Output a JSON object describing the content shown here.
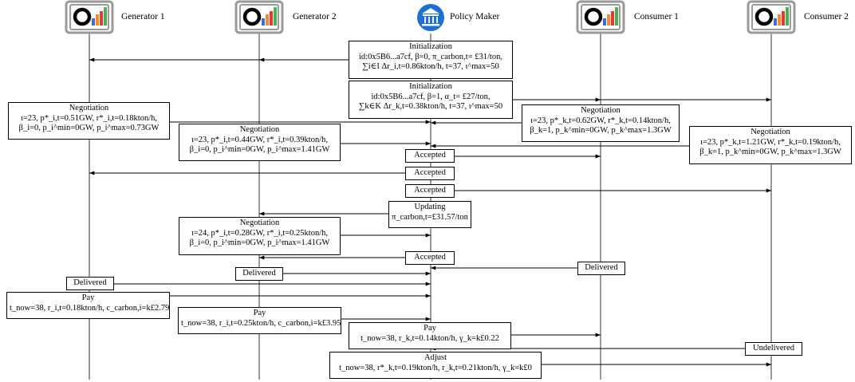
{
  "actors": [
    {
      "name": "Generator 1",
      "icon": "dashboard-icon"
    },
    {
      "name": "Generator 2",
      "icon": "dashboard-icon"
    },
    {
      "name": "Policy Maker",
      "icon": "bank-icon"
    },
    {
      "name": "Consumer 1",
      "icon": "dashboard-icon"
    },
    {
      "name": "Consumer 2",
      "icon": "dashboard-icon"
    }
  ],
  "colors": {
    "icon_border": "#9a9a9a",
    "bar_orange": "#f28c28",
    "bar_green": "#4caf50",
    "bar_blue": "#3b6fd4",
    "bar_red": "#e53935",
    "bank_blue": "#1f6fd1"
  },
  "messages": [
    {
      "title": "Initialization",
      "lines": [
        "id:0x5B6...a7cf, β=0, π_carbon,t= £31/ton,",
        "∑i∈I Δr_i,t=0.86kton/h, t=37, ι^max=50"
      ]
    },
    {
      "title": "Initialization",
      "lines": [
        "id:0x5B6...a7cf, β=1, α_t= £27/ton,",
        "∑k∈K Δr_k,t=0.38kton/h, t=37, ι^max=50"
      ]
    },
    {
      "title": "Negotiation",
      "lines": [
        "ι=23, p*_i,t=0.51GW, r*_i,t=0.18kton/h,",
        "β_i=0, p_i^min=0GW, p_i^max=0.73GW"
      ]
    },
    {
      "title": "Negotiation",
      "lines": [
        "ι=23, p*_k,t=0.62GW, r*_k,t=0.14kton/h,",
        "β_k=1, p_k^min=0GW, p_k^max=1.3GW"
      ]
    },
    {
      "title": "Negotiation",
      "lines": [
        "ι=23, p*_i,t=0.44GW, r*_i,t=0.39kton/h,",
        "β_i=0, p_i^min=0GW, p_i^max=1.41GW"
      ]
    },
    {
      "title": "Negotiation",
      "lines": [
        "ι=23, p*_k,t=1.21GW, r*_k,t=0.19kton/h,",
        "β_k=1, p_k^min=0GW, p_k^max=1.3GW"
      ]
    },
    {
      "title": "Accepted",
      "lines": []
    },
    {
      "title": "Accepted",
      "lines": []
    },
    {
      "title": "Accepted",
      "lines": []
    },
    {
      "title": "Updating",
      "lines": [
        "π_carbon,t=£31.57/ton"
      ]
    },
    {
      "title": "Negotiation",
      "lines": [
        "ι=24, p*_i,t=0.28GW, r*_i,t=0.25kton/h,",
        "β_i=0, p_i^min=0GW, p_i^max=1.41GW"
      ]
    },
    {
      "title": "Accepted",
      "lines": []
    },
    {
      "title": "Delivered",
      "lines": []
    },
    {
      "title": "Delivered",
      "lines": []
    },
    {
      "title": "Delivered",
      "lines": []
    },
    {
      "title": "Pay",
      "lines": [
        "t_now=38, r_i,t=0.18kton/h, c_carbon,i=k£2.79"
      ]
    },
    {
      "title": "Pay",
      "lines": [
        "t_now=38, r_i,t=0.25kton/h, c_carbon,i=k£3.95"
      ]
    },
    {
      "title": "Pay",
      "lines": [
        "t_now=38, r_k,t=0.14kton/h, γ_k=k£0.22"
      ]
    },
    {
      "title": "Undelivered",
      "lines": []
    },
    {
      "title": "Adjust",
      "lines": [
        "t_now=38, r*_k,t=0.19kton/h, r_k,t=0.21kton/h, γ_k=k£0"
      ]
    }
  ]
}
